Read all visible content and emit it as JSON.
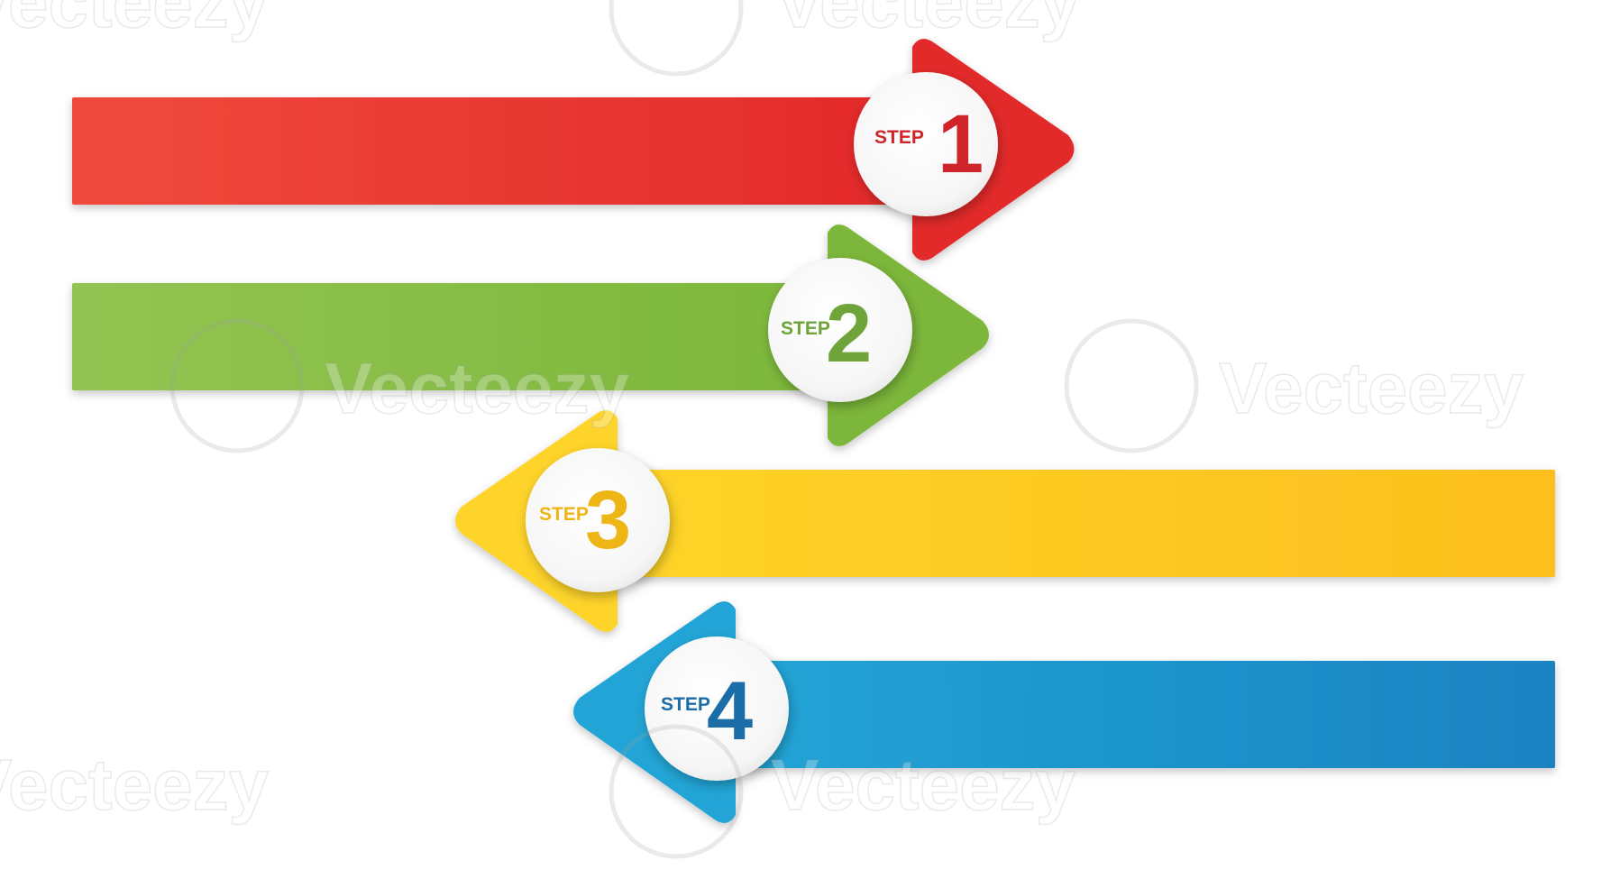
{
  "steps": [
    {
      "label": "STEP",
      "number": "1",
      "direction": "right",
      "color": "#e3292a",
      "color_light": "#ef4a3c",
      "text_color": "#d0242b"
    },
    {
      "label": "STEP",
      "number": "2",
      "direction": "right",
      "color": "#7cb73a",
      "color_light": "#92c452",
      "text_color": "#6ea43a"
    },
    {
      "label": "STEP",
      "number": "3",
      "direction": "left",
      "color": "#fcbf1d",
      "color_light": "#fed429",
      "text_color": "#eeb516"
    },
    {
      "label": "STEP",
      "number": "4",
      "direction": "left",
      "color": "#1a83c2",
      "color_light": "#22a5d6",
      "text_color": "#1b6da8"
    }
  ],
  "watermark": {
    "text": "Vecteezy"
  }
}
